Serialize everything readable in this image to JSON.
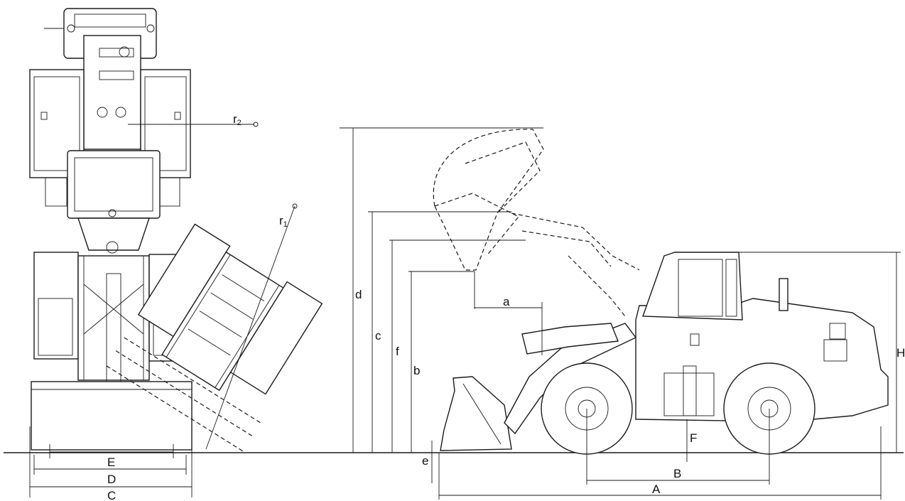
{
  "dimensions": {
    "A": "A",
    "B": "B",
    "C": "C",
    "D": "D",
    "E": "E",
    "F": "F",
    "H": "H",
    "a": "a",
    "b": "b",
    "c": "c",
    "d": "d",
    "e": "e",
    "f": "f"
  },
  "radii": {
    "r1_main": "r",
    "r1_sub": "1",
    "r2_main": "r",
    "r2_sub": "2"
  }
}
